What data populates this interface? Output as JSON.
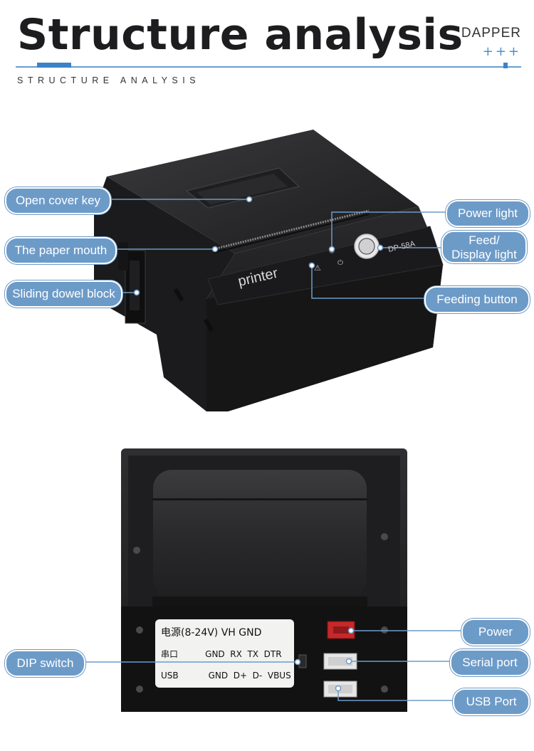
{
  "header": {
    "title": "Structure analysis",
    "brand": "DAPPER",
    "decor": "+++",
    "subtitle": "STRUCTURE ANALYSIS"
  },
  "device_top": {
    "panel_label": "printer",
    "model_label": "DP-58A"
  },
  "device_bottom": {
    "label_rows": [
      "电源(8-24V)  VH   GND",
      "串口          GND  RX  TX  DTR",
      "USB           GND  D+  D-  VBUS"
    ]
  },
  "callouts": {
    "open_cover_key": "Open cover key",
    "paper_mouth": "The paper mouth",
    "sliding_dowel": "Sliding dowel block",
    "power_light": "Power light",
    "feed_display_1": "Feed/",
    "feed_display_2": "Display light",
    "feeding_button": "Feeding button",
    "power": "Power",
    "serial_port": "Serial port",
    "usb_port": "USB Port",
    "dip_switch": "DIP switch"
  },
  "colors": {
    "callout_fill": "#6d9bc8",
    "accent_blue": "#3b83c6",
    "device_body": "#232325"
  }
}
